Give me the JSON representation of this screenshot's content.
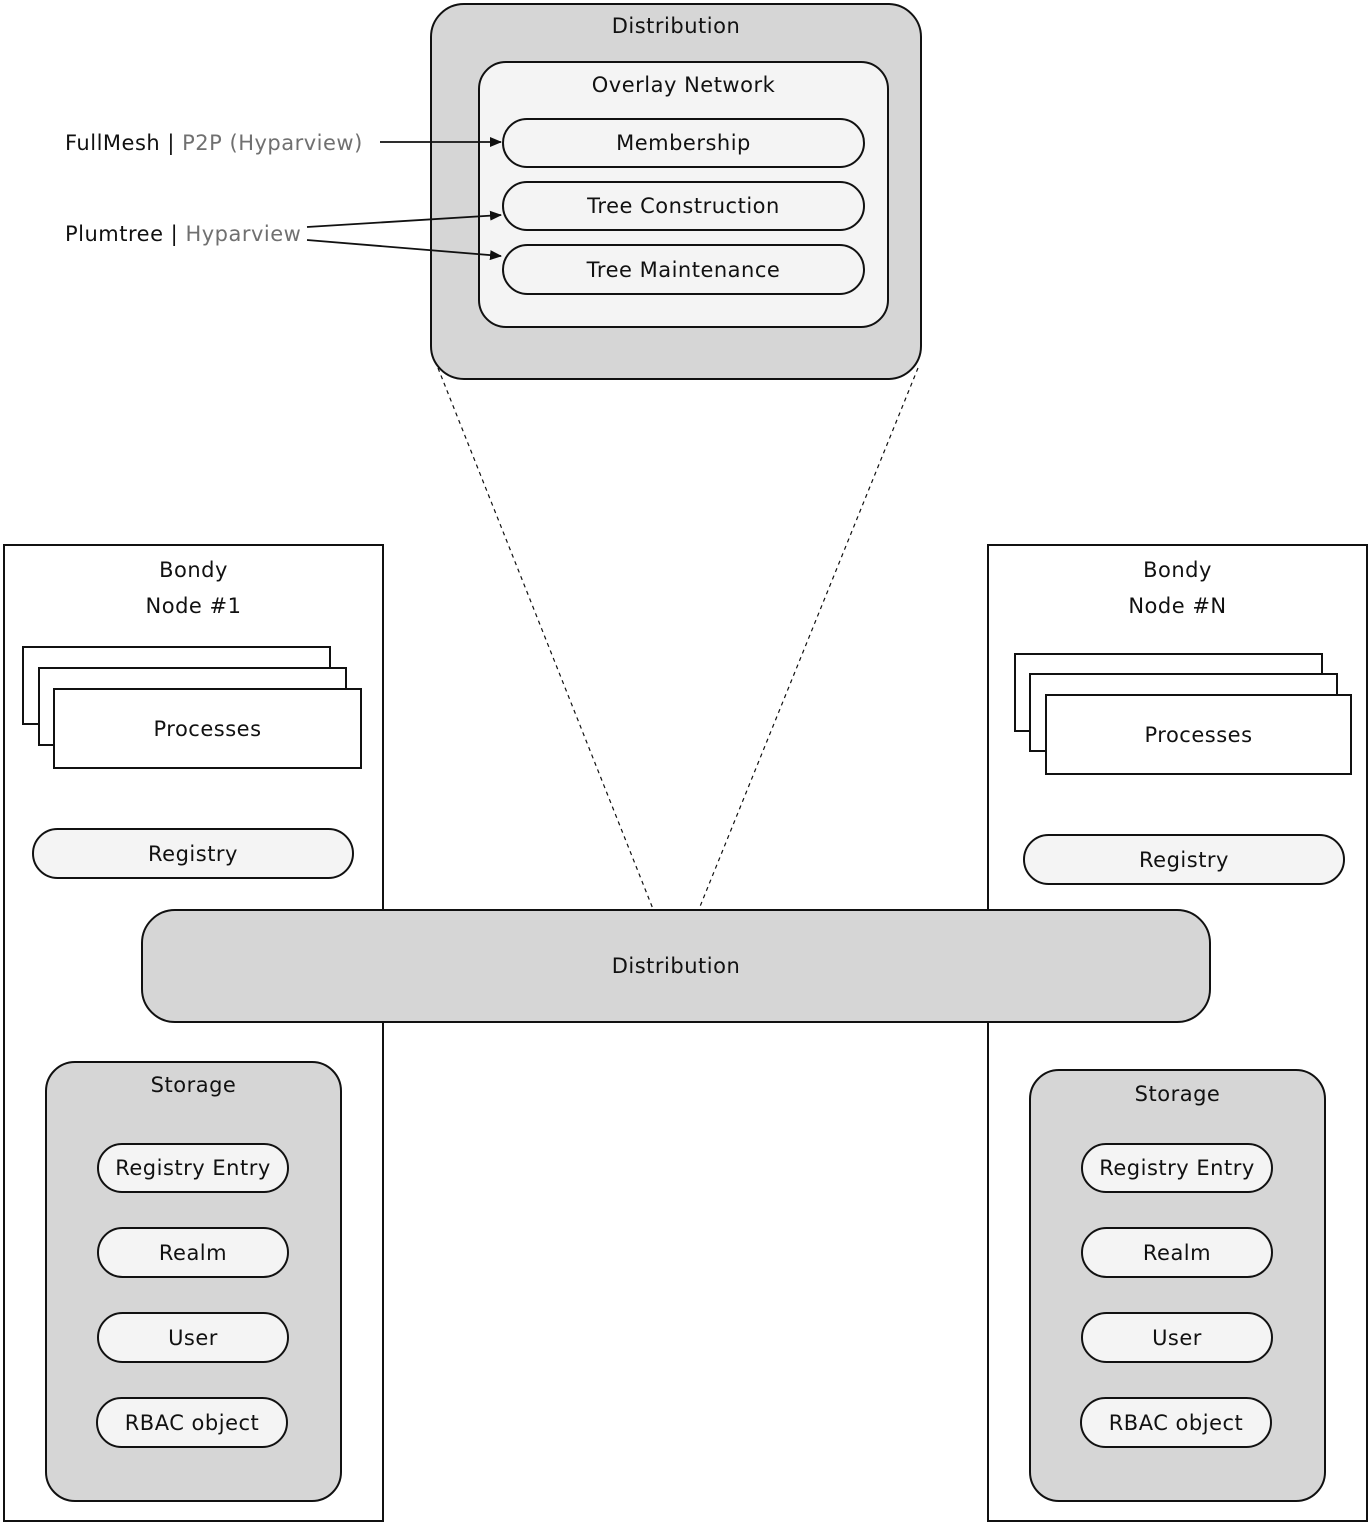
{
  "zoom": {
    "title": "Distribution",
    "overlay": {
      "title": "Overlay Network",
      "items": [
        "Membership",
        "Tree Construction",
        "Tree Maintenance"
      ]
    },
    "annotations": [
      {
        "main": "FullMesh |",
        "alt": "P2P (Hyparview)"
      },
      {
        "main": "Plumtree |",
        "alt": "Hyparview"
      }
    ]
  },
  "node1": {
    "title_line1": "Bondy",
    "title_line2": "Node #1",
    "processes": "Processes",
    "registry": "Registry",
    "storage": {
      "title": "Storage",
      "items": [
        "Registry Entry",
        "Realm",
        "User",
        "RBAC object"
      ]
    }
  },
  "nodeN": {
    "title_line1": "Bondy",
    "title_line2": "Node #N",
    "processes": "Processes",
    "registry": "Registry",
    "storage": {
      "title": "Storage",
      "items": [
        "Registry Entry",
        "Realm",
        "User",
        "RBAC object"
      ]
    }
  },
  "distribution_bar": "Distribution",
  "colors": {
    "stroke": "#111111",
    "box_gray": "#d6d6d6",
    "box_light": "#f4f4f4",
    "annotation_muted": "#707070"
  }
}
